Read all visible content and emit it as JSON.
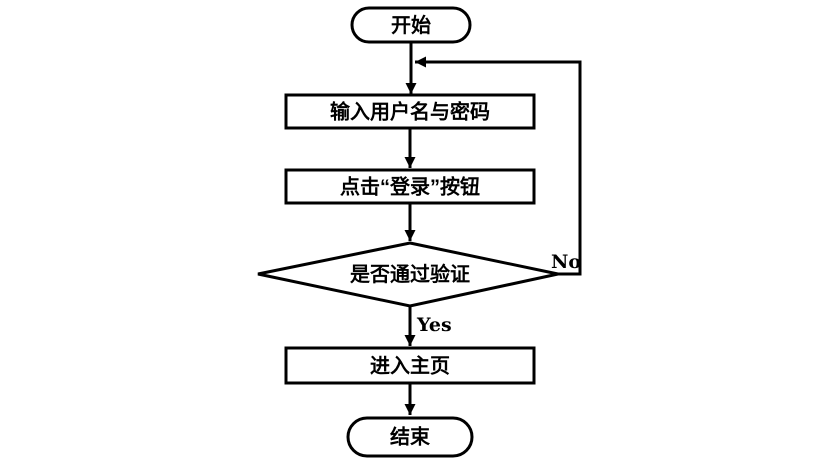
{
  "colors": {
    "stroke": "#000000",
    "shape_fill": "#ffffff",
    "background": "#ffffff",
    "text": "#000000"
  },
  "flowchart": {
    "title": "login-verification-flowchart",
    "nodes": [
      {
        "id": "start",
        "type": "terminator",
        "label": "开始"
      },
      {
        "id": "input-credentials",
        "type": "process",
        "label": "输入用户名与密码"
      },
      {
        "id": "click-login",
        "type": "process",
        "label": "点击“登录”按钮"
      },
      {
        "id": "verify",
        "type": "decision",
        "label": "是否通过验证"
      },
      {
        "id": "enter-home",
        "type": "process",
        "label": "进入主页"
      },
      {
        "id": "end",
        "type": "terminator",
        "label": "结束"
      }
    ],
    "edge_labels": {
      "yes": "Yes",
      "no": "No"
    }
  }
}
